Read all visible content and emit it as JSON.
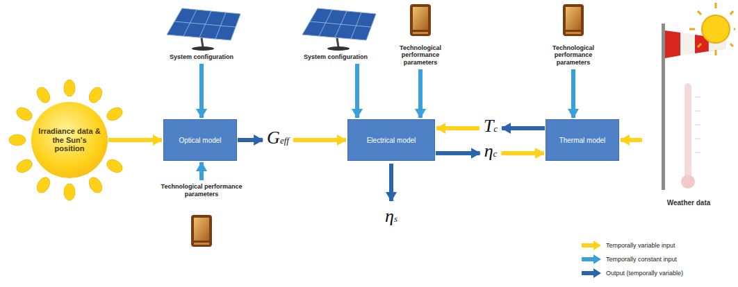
{
  "diagram": {
    "nodes": [
      {
        "text": [
          "Irradiance data & the Sun's position"
        ]
      },
      {
        "text": [
          "System configuration"
        ]
      },
      {
        "text": [
          "Optical model"
        ]
      },
      {
        "text": [
          "Technological performance parameters"
        ]
      },
      {
        "text": [
          "System configuration"
        ]
      },
      {
        "text": [
          "Technological performance parameters"
        ]
      },
      {
        "text": [
          "Electrical model"
        ]
      },
      {
        "text": [
          "Technological performance parameters"
        ]
      },
      {
        "text": [
          "Thermal model"
        ]
      },
      {
        "text": [
          "Weather data"
        ]
      }
    ],
    "edges": [
      {
        "from": 0,
        "to": 2,
        "arrow": "to"
      },
      {
        "from": 1,
        "to": 2,
        "arrow": "to"
      },
      {
        "from": 3,
        "to": 2,
        "arrow": "to"
      },
      {
        "from": 2,
        "to": 6,
        "label": "Geff",
        "arrow": "to"
      },
      {
        "from": 4,
        "to": 6,
        "arrow": "to"
      },
      {
        "from": 5,
        "to": 6,
        "arrow": "to"
      },
      {
        "from": 8,
        "to": 6,
        "label": "Tc",
        "arrow": "to"
      },
      {
        "from": 6,
        "to": 8,
        "label": "ηc",
        "arrow": "to"
      },
      {
        "from": 7,
        "to": 8,
        "arrow": "to"
      },
      {
        "from": 9,
        "to": 8,
        "arrow": "to"
      }
    ],
    "labels": [
      "ηs"
    ],
    "legend": [
      {
        "text": "Temporally variable input",
        "color": "#ffd21a"
      },
      {
        "text": "Temporally constant input",
        "color": "#3aa0dc"
      },
      {
        "text": "Output (temporally variable)",
        "color": "#2a64ad"
      }
    ]
  }
}
